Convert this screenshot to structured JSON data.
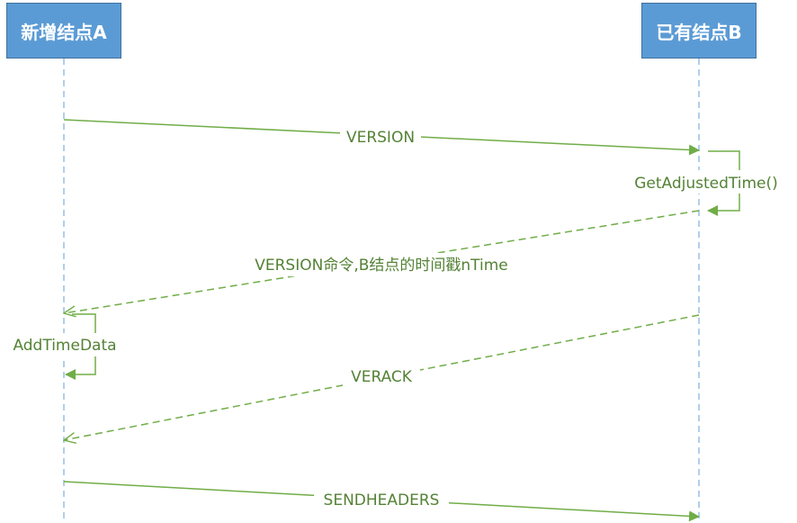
{
  "participants": {
    "a": {
      "label": "新增结点A"
    },
    "b": {
      "label": "已有结点B"
    }
  },
  "messages": {
    "version": "VERSION",
    "get_adjusted_time": "GetAdjustedTime()",
    "version_reply": "VERSION命令,B结点的时间戳nTime",
    "add_time_data": "AddTimeData",
    "verack": "VERACK",
    "sendheaders": "SENDHEADERS"
  },
  "colors": {
    "node_fill": "#5b9bd5",
    "lifeline": "#9dc3e6",
    "arrow": "#70ad47",
    "label": "#548235"
  }
}
